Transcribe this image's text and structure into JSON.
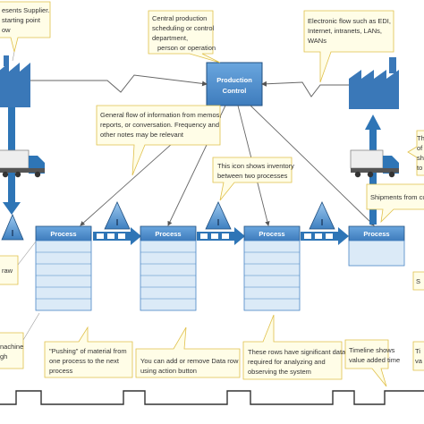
{
  "colors": {
    "process_header": "#4a86c5",
    "process_body": "#dbeaf7",
    "arrow": "#2e75b6",
    "note_fill": "#fffde7",
    "note_stroke": "#e0c04a",
    "factory": "#3a78b8",
    "timeline": "#333333"
  },
  "production_control": {
    "line1": "Production",
    "line2": "Control"
  },
  "processes": [
    {
      "title": "Process"
    },
    {
      "title": "Process"
    },
    {
      "title": "Process"
    },
    {
      "title": "Process"
    }
  ],
  "inventory_marker": "I",
  "notes": {
    "supplier": [
      "esents Supplier.",
      "starting point",
      "ow"
    ],
    "central": [
      "Central production",
      "scheduling or control",
      "department,",
      "person or operation"
    ],
    "electronic": [
      "Electronic flow such as EDI,",
      "Internet, intranets, LANs,",
      "WANs"
    ],
    "general": [
      "General flow of information from memos,",
      "reports, or conversation. Frequency and",
      "other notes may be relevant"
    ],
    "inventory": [
      "This icon shows inventory",
      "between two processes"
    ],
    "right_top": [
      "Th",
      "of",
      "sh",
      "to"
    ],
    "shipments": [
      "Shipments from cu"
    ],
    "raw": [
      "raw"
    ],
    "machine": [
      "nachine",
      "gh"
    ],
    "pushing": [
      "\"Pushing\" of material from",
      "one process to the next",
      "process"
    ],
    "add_remove": [
      "You can add or remove Data row",
      "using action button"
    ],
    "rows": [
      "These rows have significant data",
      "required for analyzing and",
      "observing the system"
    ],
    "timeline": [
      "Timeline shows",
      "value added time"
    ],
    "right_bottom": [
      "Ti",
      "va"
    ],
    "right_mid": [
      "S"
    ]
  }
}
